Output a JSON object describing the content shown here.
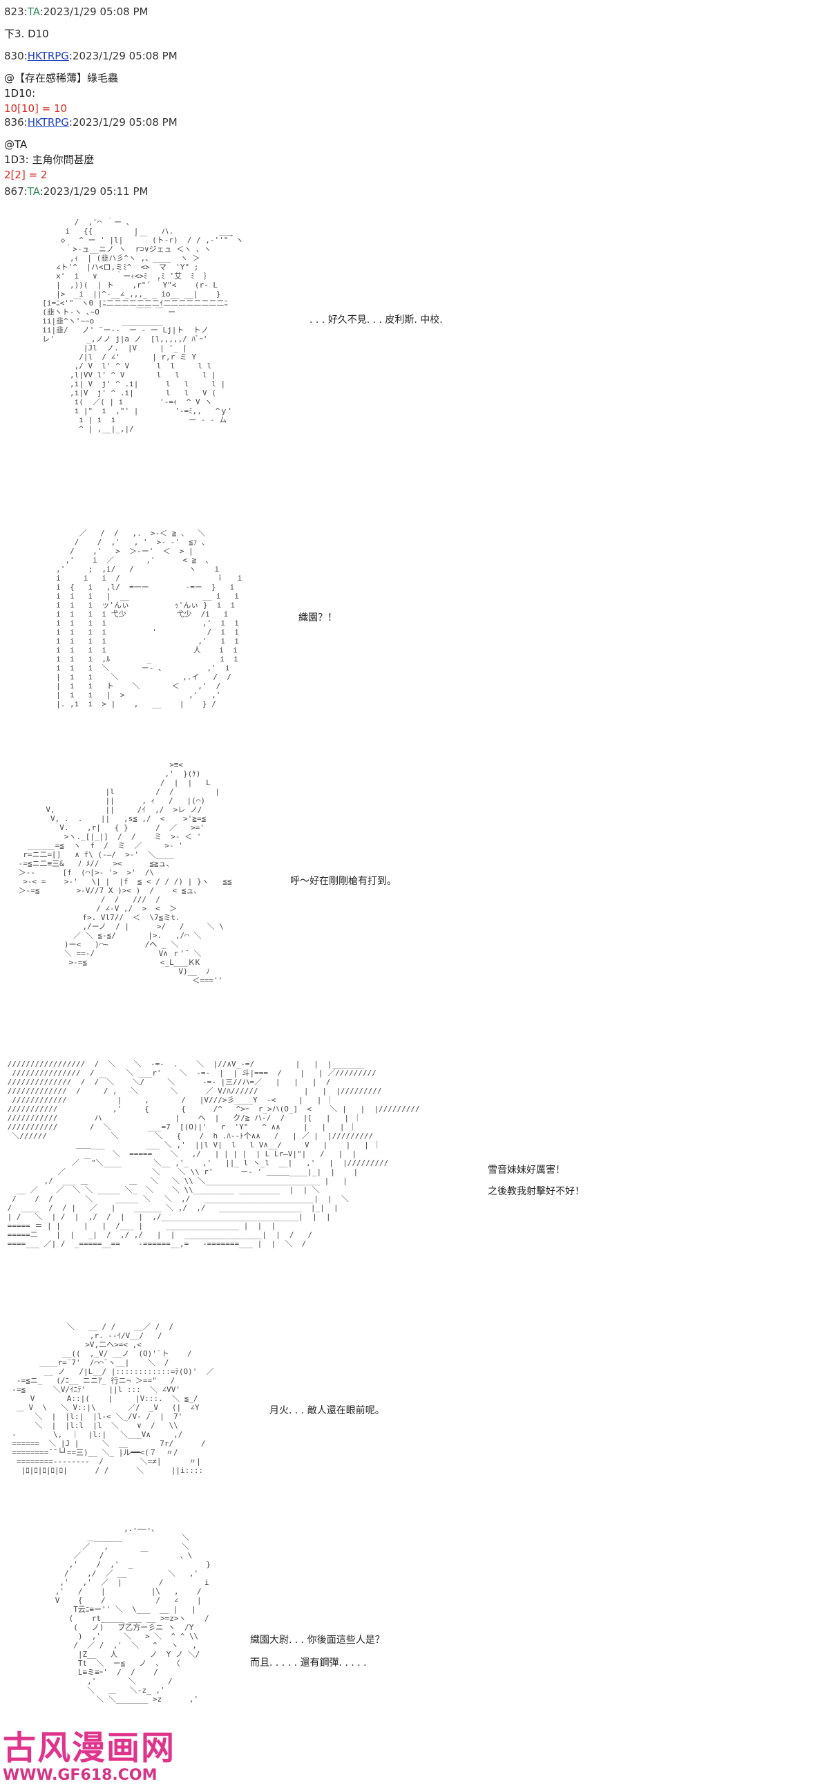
{
  "posts": [
    {
      "num": "823",
      "name": "TA",
      "datetime": "2023/1/29 05:08 PM",
      "lines": [
        "下3. D10"
      ]
    },
    {
      "num": "830",
      "name": "HKTRPG",
      "datetime": "2023/1/29 05:08 PM",
      "lines": [
        "@【存在感稀薄】綠毛蟲",
        "1D10:"
      ],
      "roll": "10[10] = 10"
    },
    {
      "num": "836",
      "name": "HKTRPG",
      "datetime": "2023/1/29 05:08 PM",
      "lines": [
        "@TA",
        "1D3: 主角你問甚麼"
      ],
      "roll": "2[2] = 2"
    },
    {
      "num": "867",
      "name": "TA",
      "datetime": "2023/1/29 05:11 PM"
    }
  ],
  "dialogue": [
    ". . . 好久不見. . . 皮利斯. 中校.",
    "織園？！",
    "呼～好在剛剛槍有打到。",
    "雪音妹妹好厲害！",
    "之後教我射擊好不好！",
    "月火. . . 敵人還在眼前呢。",
    "織園大尉. . . 你後面這些人是？",
    "而且. . . . . 還有鋼彈. . . . ."
  ],
  "art": [
    "         /  ,'⌒ ｀ー 、\n       i   {{         |     ハ.          ___ \n      ◇   ^ ー ' |l|  ｀￣ (ト-r)  / / ,-''\"｀ヽ\n       ｀>-ュ__ニノ ヽ  r⊃∨ジェュ ＜ヽ 、ヽ\n        ,ｨ  | (韭ハ彡^ヽ ,、____  ヽ ＞ \n     ∠ト'^  |ハ<ロ,ミﾐ^  <>  マ  'Y\" ;\n     x'  i   ∨    ｀ーｨ<>ﾐ  ,ﾐ '艾  ﾐ  ｝\n     |  ,))(  | ト    ,r\"´ ｀Y\"<    (r- L\n     |>   i  ||^-__∠_,,,_ _ io__ __|    }\n  [i=ﾆ<'\"￣ヽ0 |ﾆ二二二二二二二ｲ二二二二二二二二ﾆ\n  (韭ヽト-ヽ ､~O        ￣￣ ￣ ー\n  ii|韭^ヽ'~~o      _________ \n  ii|韭/   ノ' ¨ー--  ー - ー Lj|ト  トノ\n  レ'       _,ノノ j|a ノ  [l,,,,,/ ﾊﾞｰ'\n           |Jl  ノ.  |V     | '_ |\n          /|l  / ∠'       | r,r ミ Y\n         ,/ V  l' ^ V      l  l     l l\n        ,l|VV l' ^ V       l   l     l |\n        ,i| V  j' ^ .i|      l   l     l |\n        ,i|V  j' ^ .i|       l   l   V (\n         i(  ／( | i        '-=ｨ  ^ V ヽ\n         i |\"  i  ,\"' |        '-=ﾐ,,   ^ｙ'\n          i | i  i                ー ‐ ‐ ム\n          ^ | ,__|_,|/",
    "          ／   /  /   ,.  >-＜ ≧ 、  ＼\n         /    /  ,'   , '  >- ‐'  ≦ｧ 、\n        /    ,'   >  ＞-ー'  ＜  > |\n       ,'    i  ／       ,'      < ≧  、\n     ,'     ;  ,i/   /            ヽ    i\n     i     i   i  /                     ｉ   i\n     i  {   i   ,l/  =一ー        -=ー  }   i\n     i  i   i   |  __                __ i   i\n     i  i   i  ッ'んぃ          ｯ'んぃ }  i  i\n     i  i   i  i 弋少           弋少  /i   i\n     i  i   i  i                     ,'  i  i\n     i  i   i  i          '           /  i  i\n     i  i   i  i                    ,'   i  i\n     i  i   i  i                   人    i  i\n     i  i   i  ,ﾙ        _               i  i\n     i  i   i  ＼       ー- 、         ,'  i\n     |  i   i    ＼              ,.イ   /  /\n     |  i   i   ト    ＼       ＜    ,'  /\n     |  i   i   |  >              ,'   ,'\n     |. ,i  i  > |    ,   __    |    } /",
    "                                  >≡<\n                                 ,'  }(ｹ)\n                                /  |  |   L\n                    |l         /  /         |\n                    ||      , ｨ   /   |(⌒)\n       V,           ||     /ｲ  ,/  >レ ノ/\n        V, .  .    ||   ,s≦ ,/  <    >'≧=≦\n          V.    ,r|   { }      /  ／   >='\n           >ヽ._[|_|]  /  /    ミ  >- ＜ '\n   ______=≦  ヽ  f  /  ミ  ／     >- '\n  r=ニ二=[]   ∧ f\\ (-―/  >-'  ＼____\n -=≦ニ二≡三&   ﾉ ﾒ//   ><      ≦≧ュ、\n ＞--      [f  (⌒[>- '>  >'  /\\\n  >-< =    >-'   \\| |  |f  ≦ < / / /) | }ヽ   ≦≦\n ＞-=≦        >-V//7 X )>< )  /    < ≦ュ、\n                   /  /   ///  /\n                  / ∠-V ,/  >  <  ＞\n               f>. Vl7//  ＜  \\7≦ミt.\n               ,/ーノ  / |      >/   /     ＼ \\\n             ／ ＼ ≦-≦/       |>.   ,/⌒ ＼\n           )ー<   )⌒~        /ヘ _ ＼\n           ＼ ==-/              V∧ ｒ'¨ ＼\n            >-=≦                <_L___ＫK\n                                    V)__  ﾉ \n                                       ＜===''",
    " /////////////////  /  ＼    ＼  -=-  .    ＼  |//∧V_-=/         |   |  |_______\n  ///////////////  /       ＼ ___r'    ＼  -=-  |  | 斗|===  /    |   | ／/////////\n //////////////  /  /￣＼    ＼/     ＼      -=- |三//ハ=／   |   |   |  /\n /////////////  /     / ,   ＼       ＼      ／ V/ﾊ//////          |   |  |/////////\n  ////////////           |     ,       /   |V///>彡____Y  -<     |   | ｜\n ///////////            ,'     {       {      /^   ^>ｰ  r_>ハ(O_]  <    ＼ |   |  |/////////\n ///////////        ハ                |    ヘ  |   ク/≧ ハ-/  /    |[   |   | ｜\n ///////////       /  ＼        ___=7  [(O)|'   r  'Y\"   ^ ∧∧     |   |   | ｜\n  ＼//////              ＼        ＼   {    /  h .ﾊ--ﾄ个∧∧   /   | ／ |  |/////////\n                ＿＿___         ___ ＼ ,'  ||l V|  l   l V∧__/     V   |    |   | ｜\n                        ＼  =====    ＼   ,/   | | | |  | L Lr―V|\"|   /   |  |\n               ／ ￣\"＼____       ＼__ ,'_   ,'   ||_ l ヽ_l  __|   ,'   |  |/////////\n            ／                   ＼    ＼ \\\\ r'      ー‐ ' ＿＿＿____|_|  |    |\n         ,/  ___ ＿         ＿   ＼   ＼ \\\\ ＼_________________________ |   |\n   __ ／    ／  ＼ ＼ _____ ＼_  ＼    ＼ \\\\_________ _________  |  | ＼\n  /    /  /       ＼     _____ ＼   ＼  ,/   ________________________|  |  ＼\n /  ____  /  / |   ／   |    ______ ＼ ,/  ,/   __________________  |_|  |\n | /   ＼  | /  |  ,/  /  |   |  ,/______________________________|  |  |\n ===== ＝ | |     |   |  /___ |     ________________ |  |  |\n =====二    |  |   _|  /  ,/ ,/   |  |  _________________|  |  /   /\n ====___ ／| /  _=====__==    -======__,=   -=======___ |  |  ＼  /",
    "              ＼   __ / /    __／ /  /\n                   ,r. ‐-ｲ/V__/   /\n                  >V,二ヘ>=< ,<\n             __((  ,_V/ __ノ  (O)'¨ト    /\n        ____r=¨7'  /⌒⌒¨ヽ__|    ＼  /\n         __ ノ   /|L__/ |::::::::::::=ﾃ(O)'  ／\n   -=≦ニ_   (/ﾆ__ ニニｱ_ 行ニ¬ ＞==\"   /\n  -=≦      ＼V/ｲﾆﾃ'     ||l :::  ＼ ∠VV'\n      V       A::|(    |     |V:::.  ＼ ≦_/\n   ＿ V  \\   ＼ V::|\\       ／/  _V   (|  ∠Y\n       ＼  |  |l:|  |l-< ＼_/V- /  |  7'\n       ＼  |  |l:l  |l  ＼    ∨  /   \\\\\n  -        \\,  ｜  |l:|   ＼___V∧     ,/\n  ======  ＼ |J |     ＼  __       7r/      /\n  ========¯¯└┘==三)__ ＼_ |ル━━<(７  〃/\n   ========--------  /        ＼=≠|      〃|\n    |ﾛ|ﾛ|ﾛ|ﾛ|ﾛ|      / /      ＼      ||i::::",
    "                     ,.-――-、\n             ＿______             ＼\n            ／   ,                ＼\n          ／    /        ￣       、\\\n         ,'    /  ,'  _                }\n        /    ,/  ／ __         ＼   ,'\n       ,'   ,'  ／  |        /         i\n      ,'   /    |          |\\   ,    /\n      V    {    /           /   ∠    |\n          T云ﾆ≡ー'' ＼  \\___  __ |   |\n         (    rt_____ ___ __ >=z>ヽ    /\n          (   ノ)   ブ乙方ー彡ニ ヽ  /Y\n           )  ,'     ＼   > ＼  ^ ^ \\\\\n          /  ／ /  ,'  ＼   ^   ヽ   ,\n           |Z__   人       ノ  Y ノ ＼/\n           Tt  ＼  ー≦   ノ  、  〈\n           L≡ミ≡ｰ'  /  /    /\n             ,'       ＼       /\n             ＼   ＿   ＼-z_ ,'\n               ＼ ＼_______ >z      ,'"
  ],
  "watermark": {
    "cn": "古风漫画网",
    "url": "WWW.GF618.COM"
  }
}
